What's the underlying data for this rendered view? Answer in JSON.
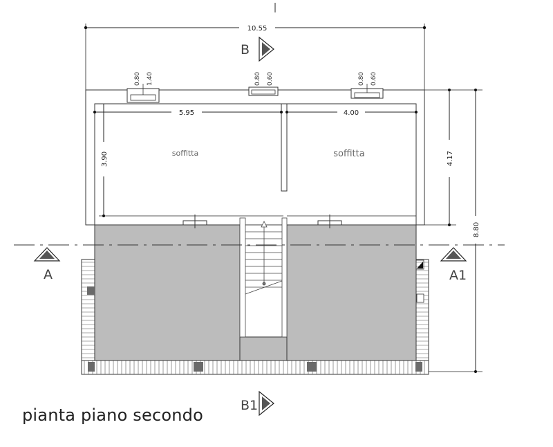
{
  "title": "pianta piano secondo",
  "dimensions": {
    "overall_width": "10.55",
    "left_room_width": "5.95",
    "right_room_width": "4.00",
    "room_depth": "3.90",
    "upper_depth": "4.17",
    "overall_depth": "8.80"
  },
  "windows": [
    {
      "width": "0.80",
      "height": "1.40"
    },
    {
      "width": "0.80",
      "height": "0.60"
    },
    {
      "width": "0.80",
      "height": "0.60"
    }
  ],
  "rooms": {
    "left": "soffitta",
    "right": "soffitta"
  },
  "sections": {
    "top": "B",
    "bottom": "B1",
    "left": "A",
    "right": "A1"
  }
}
